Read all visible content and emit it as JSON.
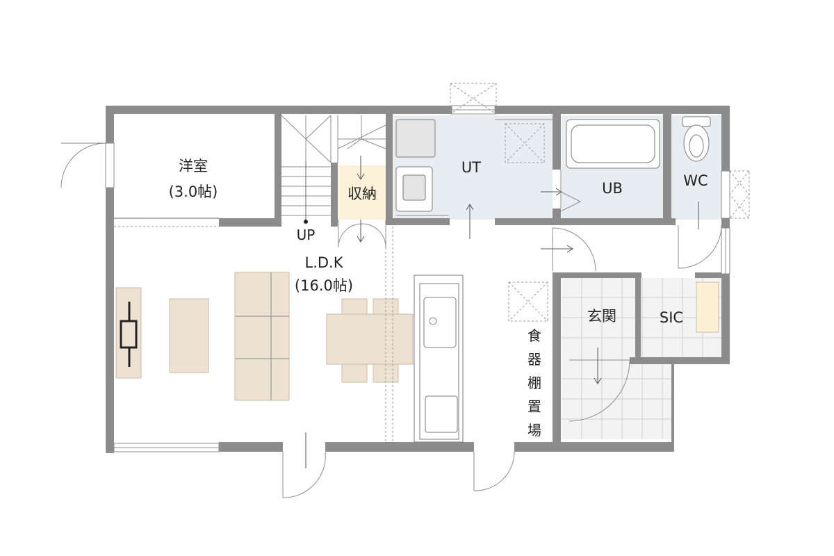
{
  "rooms": {
    "western_room": {
      "name": "洋室",
      "size": "(3.0帖)"
    },
    "storage": {
      "name": "収納"
    },
    "stairs": {
      "label": "UP"
    },
    "ldk": {
      "name": "L.D.K",
      "size": "(16.0帖)"
    },
    "utility": {
      "name": "UT"
    },
    "bath": {
      "name": "UB"
    },
    "toilet": {
      "name": "WC"
    },
    "entrance": {
      "name": "玄関"
    },
    "closet": {
      "name": "SIC"
    },
    "dish_shelf": {
      "chars": [
        "食",
        "器",
        "棚",
        "置",
        "場"
      ]
    }
  },
  "colors": {
    "wall": "#8c8c8c",
    "wet_area_fill": "#e8edf2",
    "storage_fill": "#fbf0d8",
    "tile_floor_fill": "#f3f3f3",
    "furniture_fill": "#ede1d2",
    "shelf_fill": "#fbefd4"
  }
}
